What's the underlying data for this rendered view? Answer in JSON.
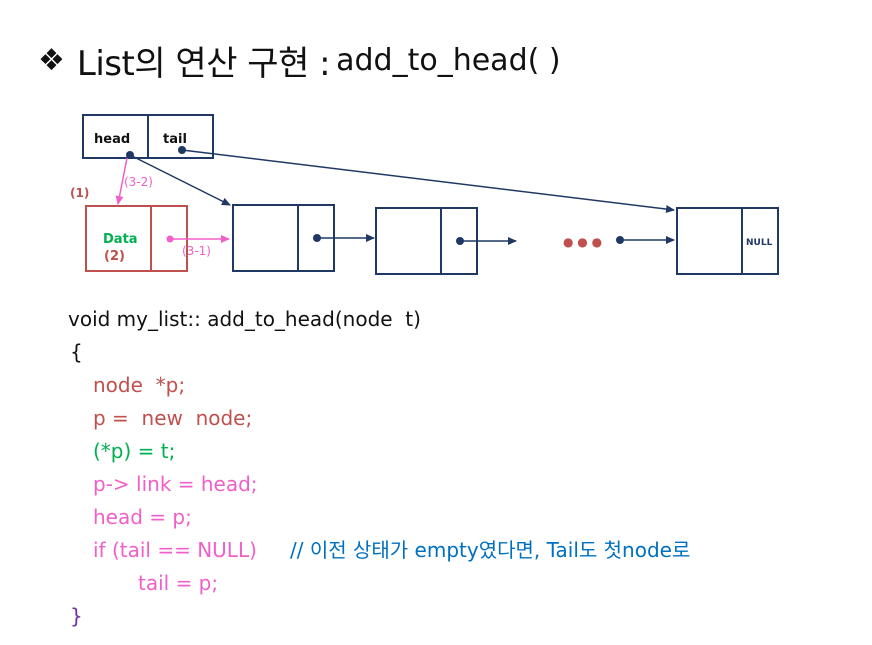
{
  "title": {
    "bullet": "❖",
    "main": "List의 연산 구현 :",
    "func": "add_to_head( )"
  },
  "diagram": {
    "head_label": "head",
    "tail_label": "tail",
    "step1": "(1)",
    "step32": "(3-2)",
    "data_label": "Data",
    "step2": "(2)",
    "step31": "(3-1)",
    "ellipsis": "● ● ●",
    "null_label": "NULL"
  },
  "code": {
    "signature": "void my_list:: add_to_head(node  t)",
    "open_brace": "{",
    "line1": "node  *p;",
    "line2": "p =  new  node;",
    "line3": "(*p) = t;",
    "line4": "p-> link = head;",
    "line5": "head = p;",
    "line6": "if (tail == NULL)",
    "line6_comment": "// 이전 상태가 empty였다면, Tail도 첫node로",
    "line7": "tail = p;",
    "close_brace": "}"
  },
  "colors": {
    "node_border": "#1f3864",
    "new_node_border": "#c0504d",
    "pink_arrow": "#f060c8",
    "dots": "#c0504d",
    "data_text": "#00b050",
    "step_text": "#c0504d",
    "comment": "#0070c0",
    "brace_close": "#7030a0"
  }
}
